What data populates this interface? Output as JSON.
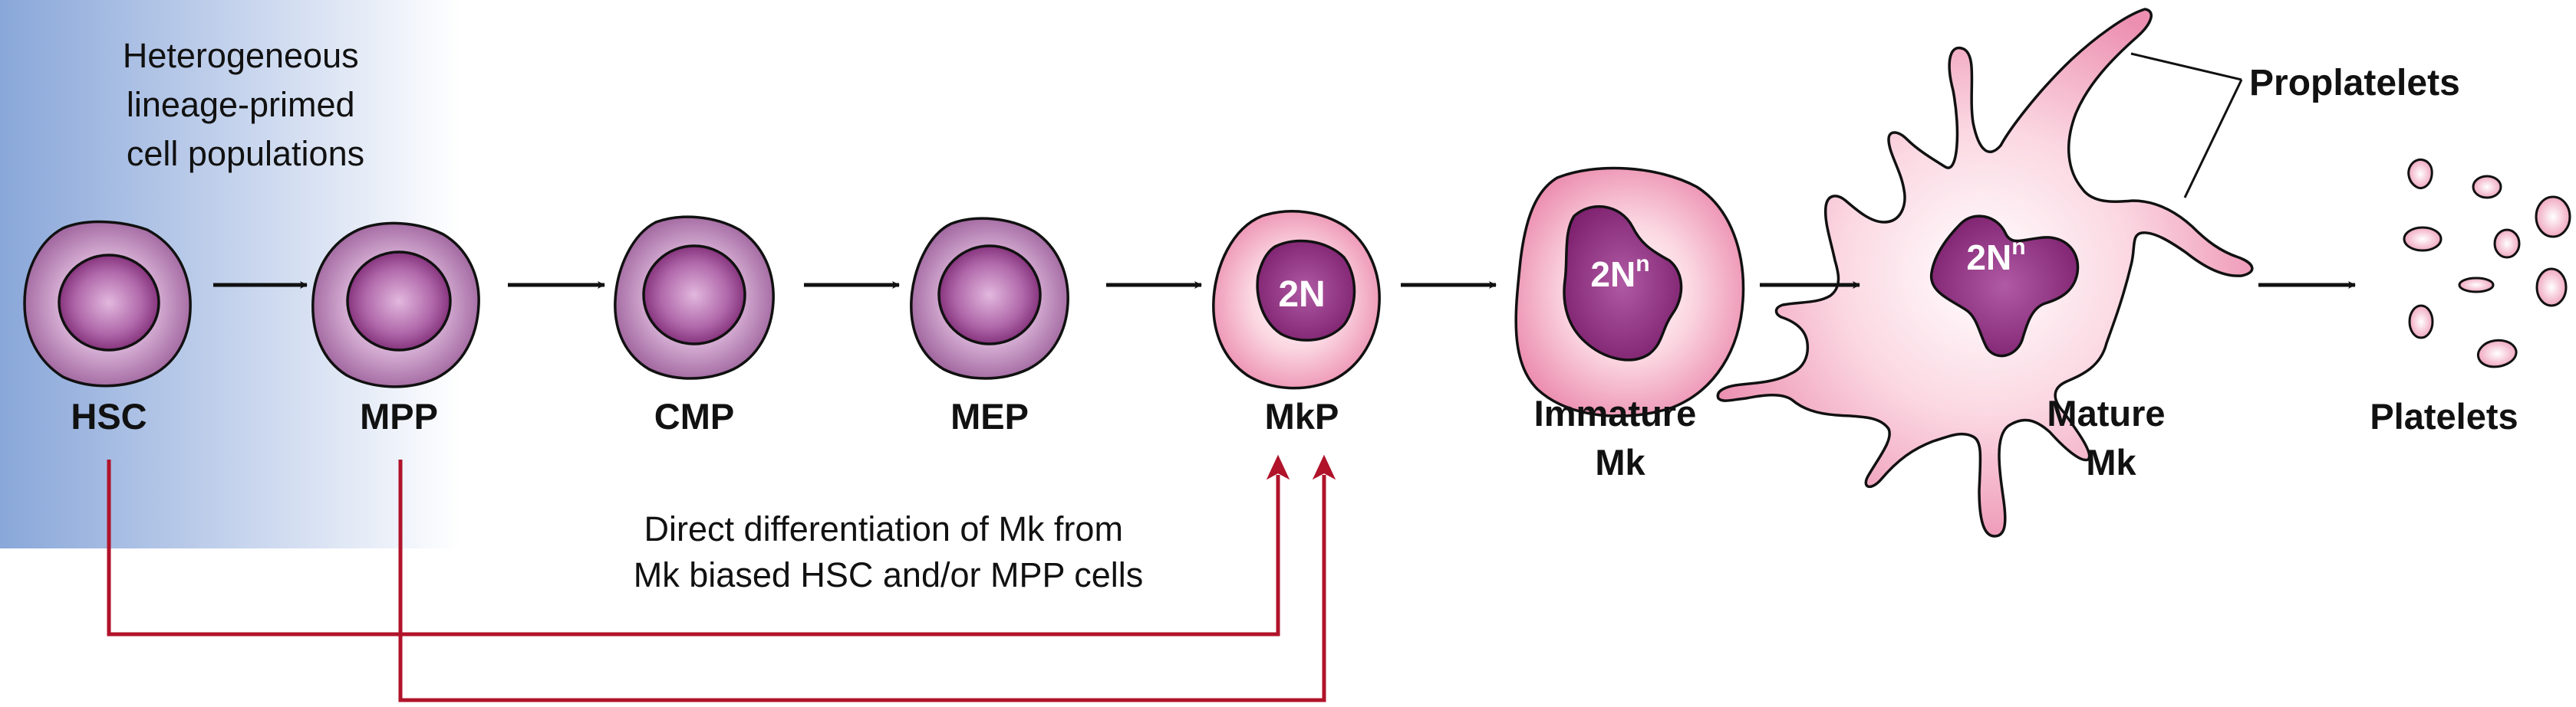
{
  "shaded_region": {
    "caption_lines": [
      "Heterogeneous",
      "lineage-primed",
      "cell populations"
    ],
    "gradient_color": "#89a7d9"
  },
  "stages": [
    {
      "label": "HSC"
    },
    {
      "label": "MPP"
    },
    {
      "label": "CMP"
    },
    {
      "label": "MEP"
    },
    {
      "label": "MkP",
      "ploidy": "2N"
    },
    {
      "label_lines": [
        "Immature",
        "Mk"
      ],
      "ploidy_base": "2N",
      "ploidy_sup": "n"
    },
    {
      "label_lines": [
        "Mature",
        "Mk"
      ],
      "ploidy_base": "2N",
      "ploidy_sup": "n"
    },
    {
      "label": "Platelets"
    }
  ],
  "proplatelets_label": "Proplatelets",
  "direct_path": {
    "caption_lines": [
      "Direct differentiation of Mk from",
      "Mk biased HSC and/or MPP cells"
    ],
    "arrow_color": "#b0132a"
  },
  "colors": {
    "progenitor_outer": "#c99cc6",
    "progenitor_nucleus": "#a04f9a",
    "mk_cytoplasm": "#f5b5c9",
    "mk_nucleus": "#8e2a7c"
  }
}
